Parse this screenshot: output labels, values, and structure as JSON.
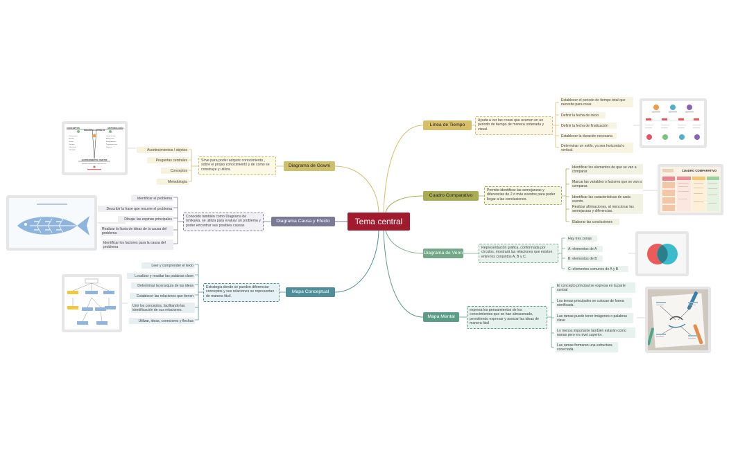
{
  "center": {
    "label": "Tema central"
  },
  "colors": {
    "center": "#a11b2e",
    "gowin": "#cdbf6c",
    "causa": "#7b7a96",
    "conceptual": "#4f8f9a",
    "tiempo": "#d7be68",
    "comparativo": "#a9ac55",
    "venn": "#72a886",
    "mental": "#5b9c87"
  },
  "branches": {
    "gowin": {
      "title": "Diagrama de Gowni",
      "desc": "Sirve para poder adquirir conocimiento , sobre el propio conocimiento y de como se construye y utiliza.",
      "items": [
        "Acontecimientos / objetos",
        "Preguntas centrales",
        "Conceptos",
        "Metodología"
      ],
      "image": {
        "left": "CONCEPTOS",
        "mid": "PREGUNTAS CENTRALES",
        "right": "METODOLOGÍA",
        "left_list": [
          "Concepciones",
          "Filosofía",
          "Teorías",
          "Principios",
          "Definiciones",
          "Conceptos"
        ],
        "right_list": [
          "Juicios de valor",
          "Afirmaciones",
          "Interpretaciones",
          "Transformaciones",
          "Registros"
        ],
        "bottom": "ACONTECIMIENTOS / OBJETOS",
        "bottom_sub": "Eventos, experimentos, entrevistas, etc."
      }
    },
    "causa": {
      "title": "Diagrama Causa y Efecto",
      "desc": "Conocido también como Diagrama de Ishikawa, se utiliza para evaluar un problema y poder encontrar sus posibles causas",
      "items": [
        "Identificar el problema",
        "Describir la frase que resume el problema",
        "Dibujar las espinas principales",
        "Realizar la lluvia de ideas de la causa del problema",
        "Identificar los factores para la causa del problema"
      ]
    },
    "conceptual": {
      "title": "Mapa Conceptual",
      "desc": "Estrategia donde se pueden diferenciar conceptos y sus relaciones se representan de manera fácil.",
      "items": [
        "Leer y comprender el texto",
        "Localizar y resaltar las palabras clave",
        "Determinar la jerarquía de las ideas",
        "Establecer las relaciones que tienen",
        "Unir los conceptos, facilitando las identificación de sus relaciones.",
        "Utilizar, ideas, conectores y flechas"
      ]
    },
    "tiempo": {
      "title": "Línea de Tiempo",
      "desc": "Ayuda a ver las cosas que ocurren en un periodo de tiempo de manera ordenada y visual.",
      "items": [
        "Establecer el periodo de tiempo total que necesita para crear.",
        "Definir la fecha de inicio",
        "Definir la fecha de finalización",
        "Establecer la duración necesaria",
        "Determinar un estilo, ya sea horizontal o vertical."
      ]
    },
    "comparativo": {
      "title": "Cuadro Comparativo",
      "desc": "Permite identificar las semejanzas y diferencias de 2 o más eventos para poder llegar a las conclusiones.",
      "items": [
        "Identificar los elementos de que se van a comparar.",
        "Marcar las variables o factores que se van a comparar.",
        "Identificar las características de cada evento.",
        "Realizar afirmaciones, al mencionar las semejanzas y diferencias.",
        "Elaborar las conclusiones"
      ],
      "image": {
        "title": "CUADRO COMPARATIVO"
      }
    },
    "venn": {
      "title": "Diagrama de Venn",
      "desc": "Representación gráfica, conformada por círculos, mostrará las relaciones que existen entre los conjuntos A, B y C.",
      "items": [
        "Hay tres zonas",
        "A: elementos de A",
        "B: elementos de B",
        "C: elementos comunes de A y B"
      ]
    },
    "mental": {
      "title": "Mapa Mental",
      "desc": "expresa los pensamientos de los conocimientos que se han almacenado, permitiendo expresar y asociar las ideas de manera fácil",
      "items": [
        "El concepto principal se expresa en la parte central",
        "Los temas principales se colocan de forma ramificada.",
        "Las ramas puede tener imágenes o palabras clave",
        "Lo menos importante también estarán como ramas pero en nivel superior.",
        "Las ramas formaran una estructura conectada."
      ]
    }
  }
}
